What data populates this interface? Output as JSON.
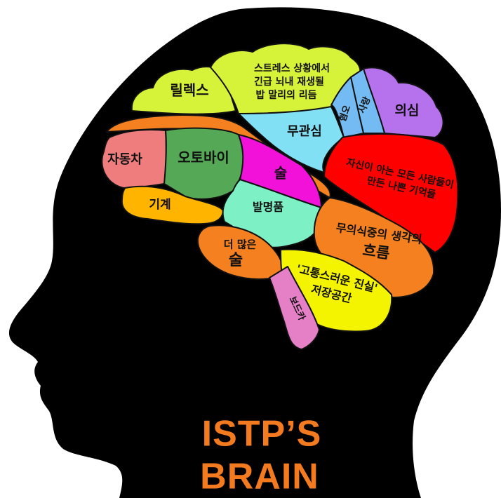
{
  "title": {
    "line1": "ISTP’S",
    "line2": "BRAIN",
    "color": "#f47a1f"
  },
  "colors": {
    "head": "#000000",
    "outline": "#111111"
  },
  "regions": {
    "relax": {
      "label": "릴렉스",
      "color": "#d6f33a"
    },
    "emergency": {
      "line1": "스트레스 상황에서",
      "line2": "긴급 뇌내 재생될",
      "line3": "밥 말리의 리듬",
      "color": "#d6f33a"
    },
    "hate": {
      "label": "혐오",
      "color": "#74bbf3"
    },
    "love": {
      "label": "사랑",
      "color": "#74bbf3"
    },
    "doubt": {
      "label": "의심",
      "color": "#b671ec"
    },
    "indifference": {
      "label": "무관심",
      "color": "#82e0f5"
    },
    "memories": {
      "line1": "자신이 아는 모든 사람들이",
      "line2": "만든 나쁜 기억들",
      "color": "#ff0000"
    },
    "car": {
      "label": "자동차",
      "color": "#f07d7d"
    },
    "motorcycle": {
      "label": "오토바이",
      "color": "#55a855"
    },
    "alcohol": {
      "label": "술",
      "color": "#f211d9"
    },
    "inventions": {
      "label": "발명품",
      "color": "#7ef0c6"
    },
    "machine": {
      "label": "기계",
      "color": "#ffb400"
    },
    "more_alcohol": {
      "line1": "더 많은",
      "line2": "술",
      "color": "#f4801f"
    },
    "stream": {
      "line1": "무의식중의 생각의",
      "line2": "흐름",
      "color": "#f4801f"
    },
    "truths": {
      "line1": "'고통스러운 진실'",
      "line2": "저장공간",
      "color": "#f4f400"
    },
    "vodka": {
      "label": "보드카",
      "color": "#e580c6"
    },
    "band": {
      "color": "#f4801f"
    }
  }
}
